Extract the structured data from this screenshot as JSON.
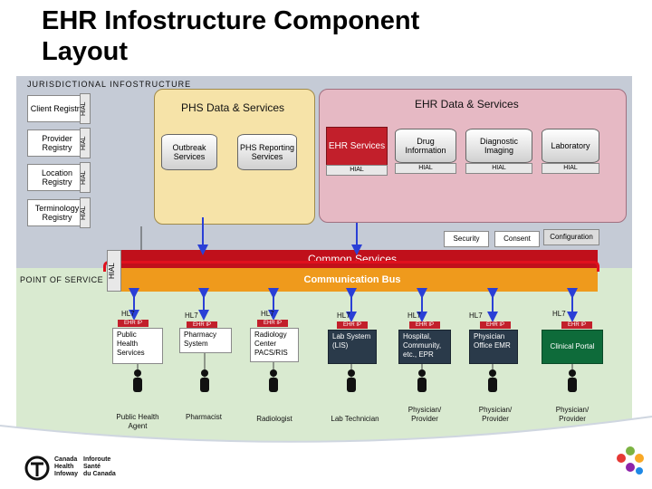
{
  "title": "EHR Infostructure Component Layout",
  "jurisdictional_label": "JURISDICTIONAL INFOSTRUCTURE",
  "point_of_service_label": "POINT OF SERVICE",
  "registries": [
    {
      "label": "Client Registry",
      "hial": "HIAL"
    },
    {
      "label": "Provider Registry",
      "hial": "HIAL"
    },
    {
      "label": "Location Registry",
      "hial": "HIAL"
    },
    {
      "label": "Terminology Registry",
      "hial": "HIAL"
    }
  ],
  "phs": {
    "title": "PHS Data & Services",
    "outbreak": "Outbreak Services",
    "reporting": "PHS Reporting Services"
  },
  "ehr": {
    "title": "EHR Data & Services",
    "ehr_services": "EHR Services",
    "ehr_hial": "HIAL",
    "drug": "Drug Information",
    "drug_hial": "HIAL",
    "diagnostic": "Diagnostic Imaging",
    "diagnostic_hial": "HIAL",
    "laboratory": "Laboratory",
    "laboratory_hial": "HIAL"
  },
  "common_chips": {
    "security": "Security",
    "consent": "Consent",
    "configuration": "Configuration"
  },
  "bus": {
    "common_services": "Common Services",
    "communication_bus": "Communication Bus",
    "hial": "HIAL"
  },
  "pos_nodes": [
    {
      "protocol": "HL7",
      "ehrip": "EHR IP",
      "system": "Public Health Services",
      "user": "Public Health Agent"
    },
    {
      "protocol": "HL7",
      "ehrip": "EHR IP",
      "system": "Pharmacy System",
      "user": "Pharmacist"
    },
    {
      "protocol": "HL7",
      "ehrip": "EHR IP",
      "system": "Radiology Center PACS/RIS",
      "user": "Radiologist"
    },
    {
      "protocol": "HL7",
      "ehrip": "EHR IP",
      "system": "Lab System (LIS)",
      "user": "Lab Technician"
    },
    {
      "protocol": "HL7",
      "ehrip": "EHR IP",
      "system": "Hospital, Community, etc., EPR",
      "user": "Physician/ Provider"
    },
    {
      "protocol": "HL7",
      "ehrip": "EHR IP",
      "system": "Physician Office EMR",
      "user": "Physician/ Provider"
    },
    {
      "protocol": "HL7",
      "ehrip": "EHR IP",
      "system": "Clinical Portal",
      "user": "Physician/ Provider"
    }
  ],
  "logo": {
    "line1": "Canada",
    "line2": "Health",
    "line3": "Infoway",
    "line4": "Inforoute",
    "line5": "Santé",
    "line6": "du Canada"
  },
  "colors": {
    "jurisdictional_band": "#c5cbd6",
    "point_of_service_band": "#d9ead0",
    "phs_box": "#f6e3a8",
    "ehr_box": "#e6b9c4",
    "common_services": "#c0101b",
    "communication_bus": "#ef9a1c",
    "ehr_ip": "#c21f2b",
    "connector": "#2a3fd6"
  }
}
